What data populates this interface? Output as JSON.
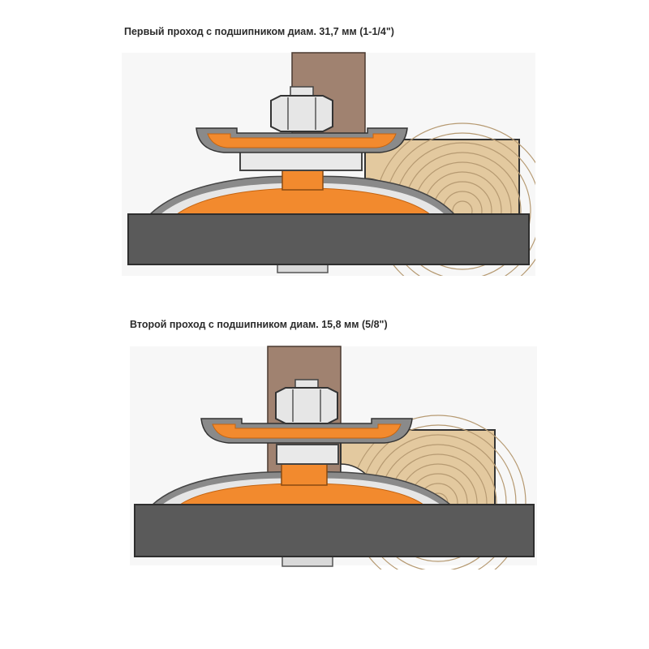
{
  "captions": {
    "first_pass": "Первый проход с подшипником диам. 31,7 мм (1-1/4\")",
    "second_pass": "Второй проход с подшипником диам. 15,8 мм (5/8\")"
  },
  "colors": {
    "background_panel": "#f7f7f7",
    "table": "#5a5a5a",
    "table_edge": "#2e2e2e",
    "cutter_orange": "#f28a2e",
    "steel_grey": "#8a8a8a",
    "steel_light": "#d9d9d9",
    "bearing": "#e9e9e9",
    "fence_brown": "#a08270",
    "wood": "#e3c99f",
    "wood_ring": "#b69a72"
  },
  "icons": [
    "router-bit-diagram",
    "hex-nut-icon",
    "bearing-icon",
    "wood-workpiece-icon"
  ]
}
